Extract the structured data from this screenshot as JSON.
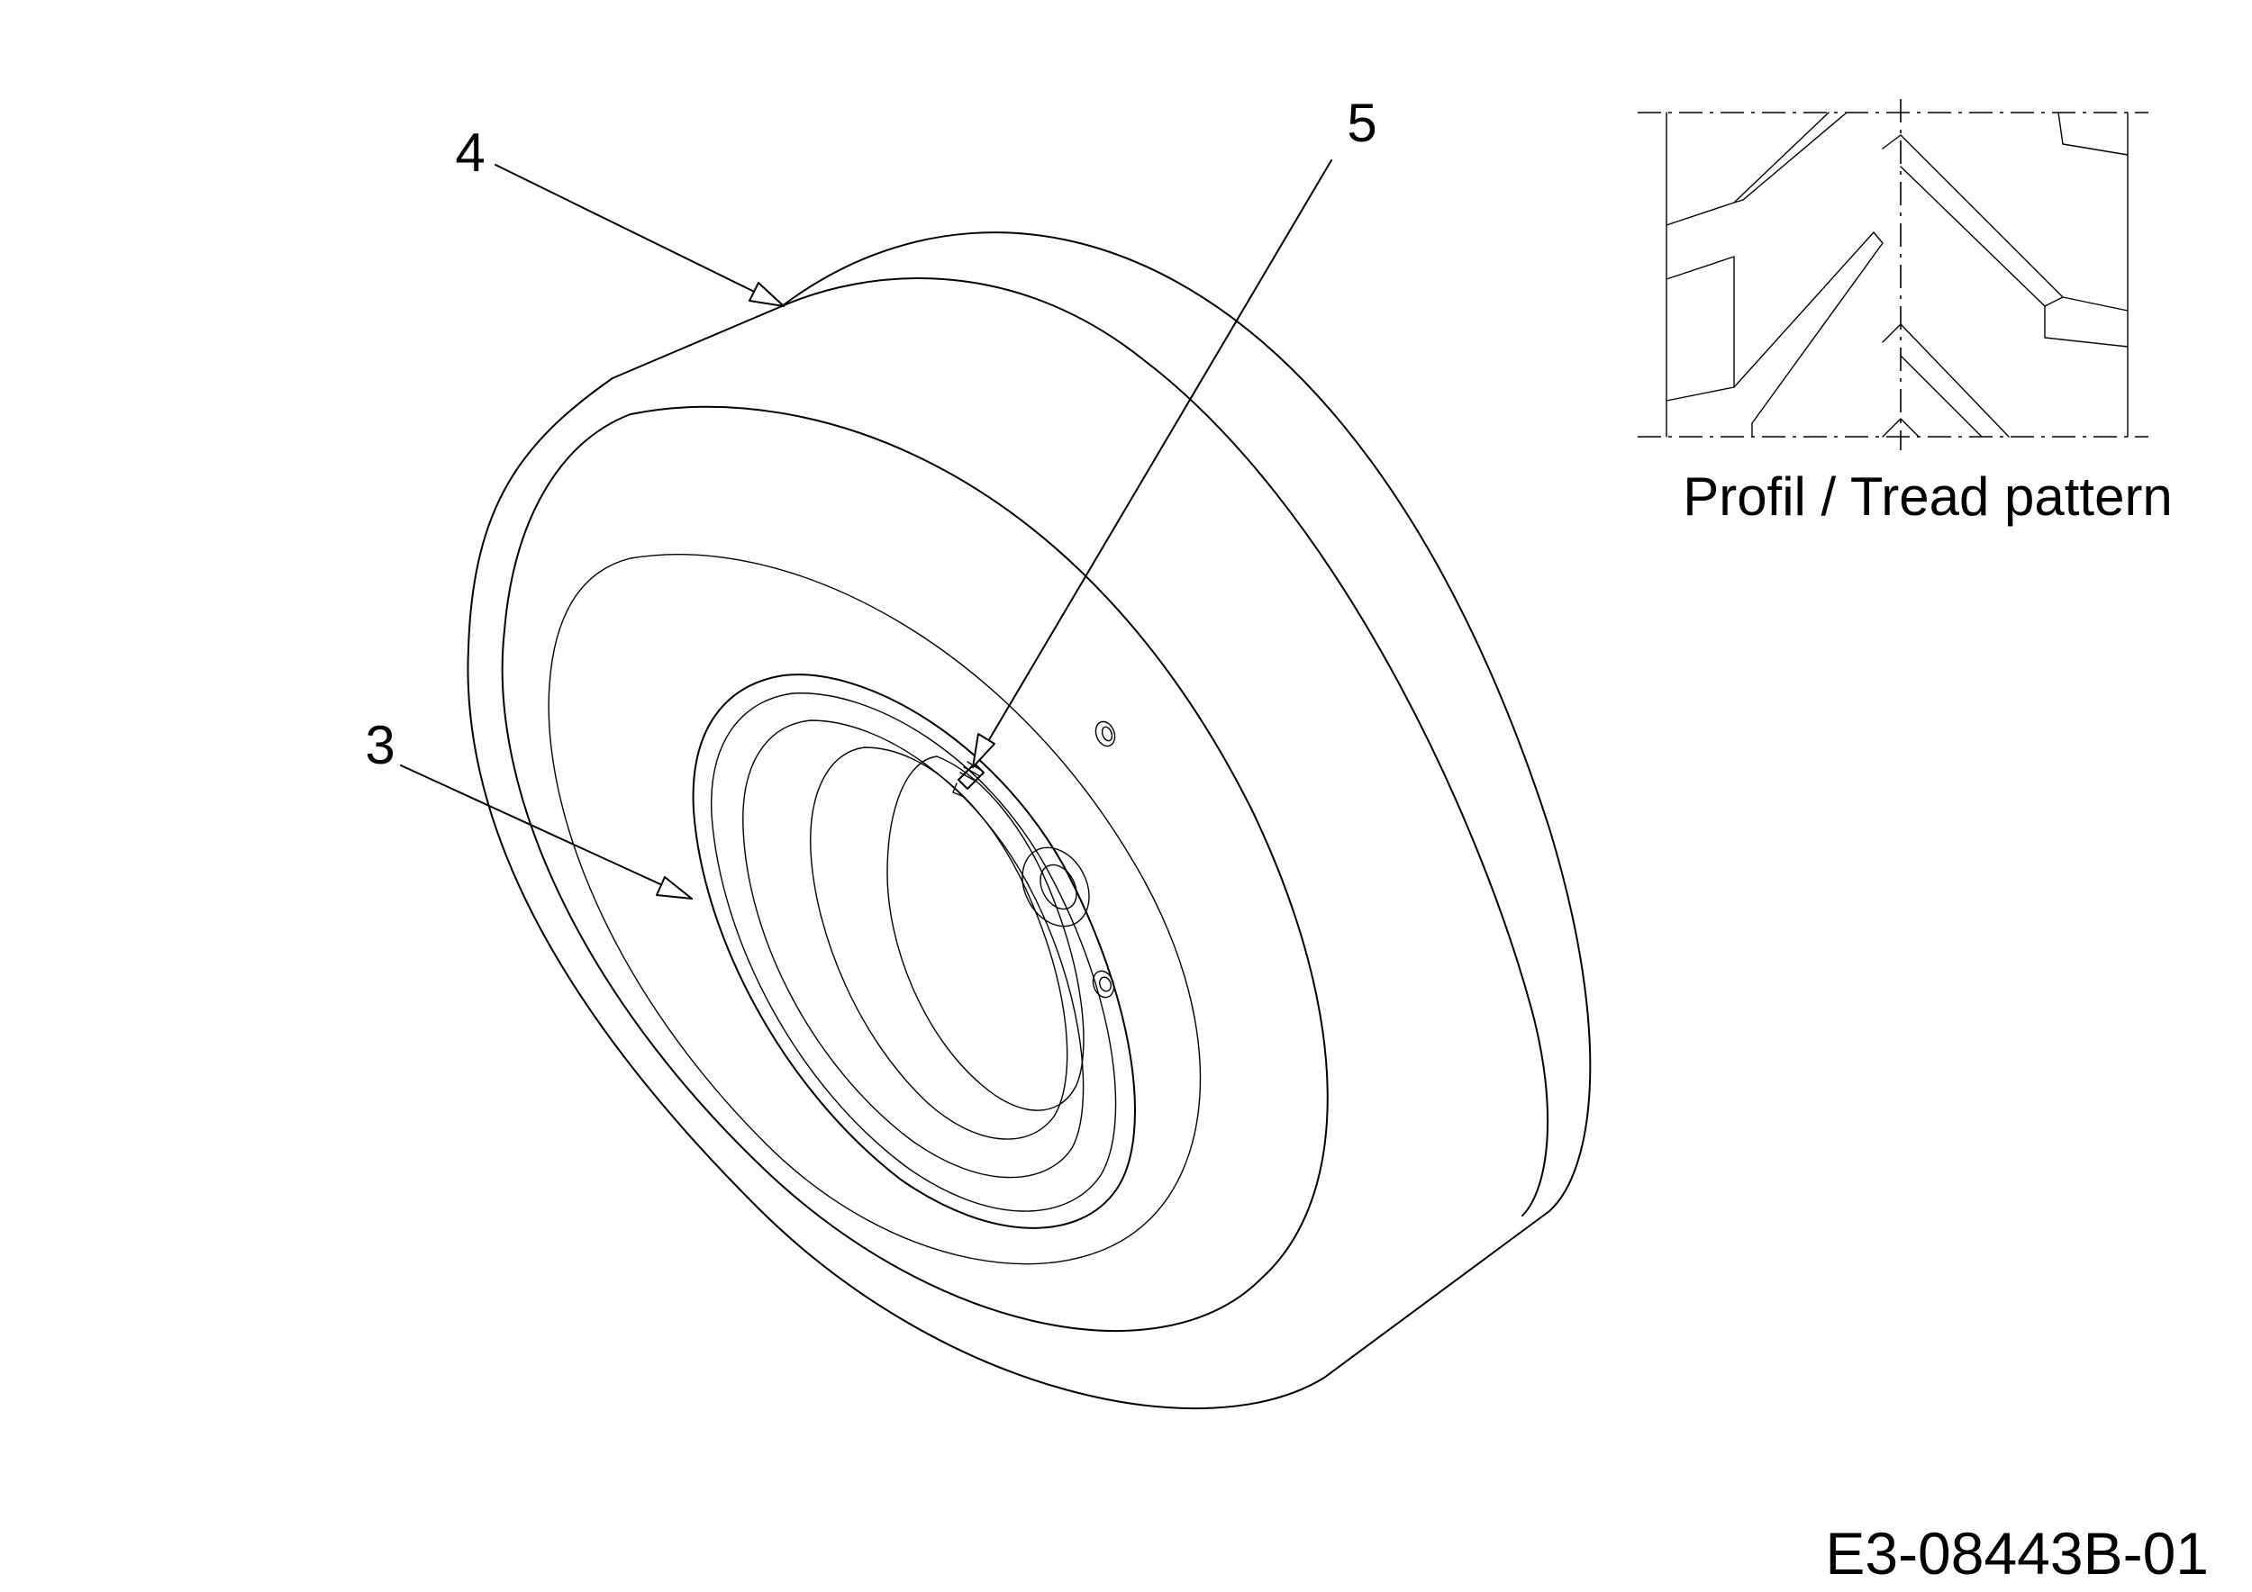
{
  "callouts": {
    "tire": "4",
    "valve": "5",
    "rim": "3"
  },
  "tread_caption": "Profil / Tread pattern",
  "drawing_id": "E3-08443B-01"
}
